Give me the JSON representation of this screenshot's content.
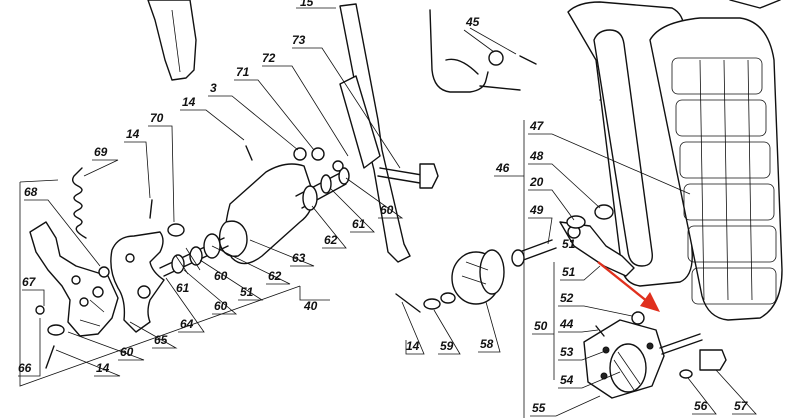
{
  "diagram": {
    "labels": [
      "3",
      "14",
      "14",
      "14",
      "14",
      "15",
      "20",
      "40",
      "44",
      "45",
      "46",
      "47",
      "48",
      "49",
      "50",
      "51",
      "51",
      "51",
      "52",
      "53",
      "54",
      "55",
      "56",
      "57",
      "58",
      "59",
      "60",
      "60",
      "60",
      "60",
      "61",
      "61",
      "62",
      "62",
      "63",
      "64",
      "65",
      "66",
      "67",
      "68",
      "69",
      "70",
      "71",
      "72",
      "73"
    ],
    "highlight_arrow_color": "#e0301e",
    "ink_color": "#111111"
  }
}
